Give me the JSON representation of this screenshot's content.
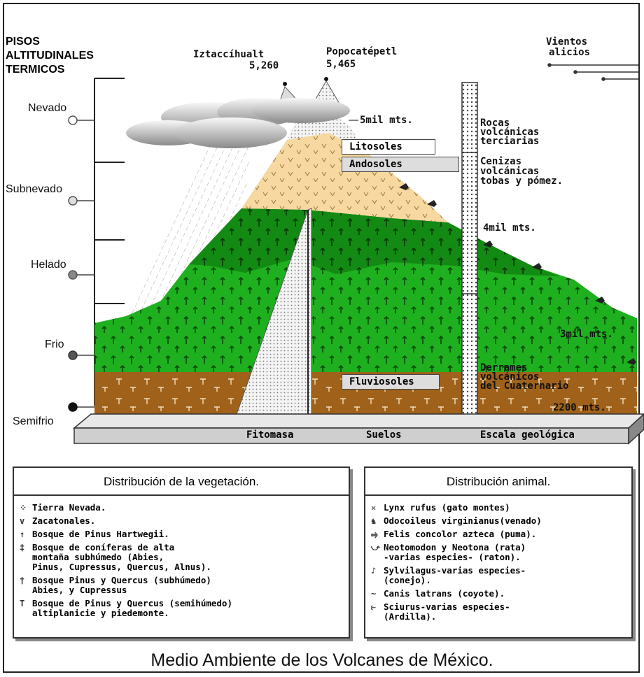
{
  "pisos": {
    "heading": [
      "PISOS",
      "ALTITUDINALES",
      "TERMICOS"
    ],
    "levels": [
      "Nevado",
      "Subnevado",
      "Helado",
      "Frio",
      "Semifrio"
    ]
  },
  "peaks": {
    "iztaccihuatl_name": "Iztaccíhualt",
    "iztaccihuatl_alt": "5,260",
    "popocatepetl_name": "Popocatépetl",
    "popocatepetl_alt": "5,465"
  },
  "winds": [
    "Vientos",
    "alicios"
  ],
  "heights": {
    "h5": "5mil mts.",
    "h4": "4mil mts.",
    "h3": "3mil mts.",
    "h2": "2200 mts."
  },
  "geology": {
    "rocas": "Rocas\nvolcánicas\nterciarias",
    "cenizas": "Cenizas\nvolcánicas\ntobas y pómez.",
    "derrames": "Derrames\nvolcánicos\ndel Cuaternario"
  },
  "soils": {
    "litosoles": "Litosoles",
    "andosoles": "Andosoles",
    "fluviosoles": "Fluviosoles"
  },
  "base_labels": {
    "fitomasa": "Fitomasa",
    "suelos": "Suelos",
    "escala": "Escala geológica"
  },
  "vegetation": {
    "title": "Distribución de la vegetación.",
    "items": [
      {
        "sym": "⁘",
        "text": "Tierra Nevada."
      },
      {
        "sym": "v",
        "text": "Zacatonales."
      },
      {
        "sym": "↑",
        "text": "Bosque de Pinus Hartwegii."
      },
      {
        "sym": "‡",
        "text": "Bosque de coníferas de alta\nmontaña subhúmedo (Abies,\nPinus, Cupressus, Quercus, Alnus)."
      },
      {
        "sym": "†",
        "text": "Bosque Pinus y Quercus (subhúmedo)\nAbies, y Cupressus"
      },
      {
        "sym": "T",
        "text": "Bosque de Pinus y Quercus (semihúmedo)\naltiplanicie y piedemonte."
      }
    ]
  },
  "animals": {
    "title": "Distribución animal.",
    "items": [
      {
        "sym": "✕",
        "text": "Lynx rufus (gato montes)"
      },
      {
        "sym": "♞",
        "text": "Odocoileus virginianus(venado)"
      },
      {
        "sym": "⥤",
        "text": "Felis concolor azteca (puma)."
      },
      {
        "sym": "⤻",
        "text": "Neotomodon y Neotona (rata)\n-varias especies- (raton)."
      },
      {
        "sym": "♪",
        "text": "Sylvilagus-varias especies-\n(conejo)."
      },
      {
        "sym": "~",
        "text": "Canis latrans (coyote)."
      },
      {
        "sym": "⥼",
        "text": "Sciurus-varias especies-\n(Ardilla)."
      }
    ]
  },
  "title": "Medio Ambiente de los Volcanes de México."
}
